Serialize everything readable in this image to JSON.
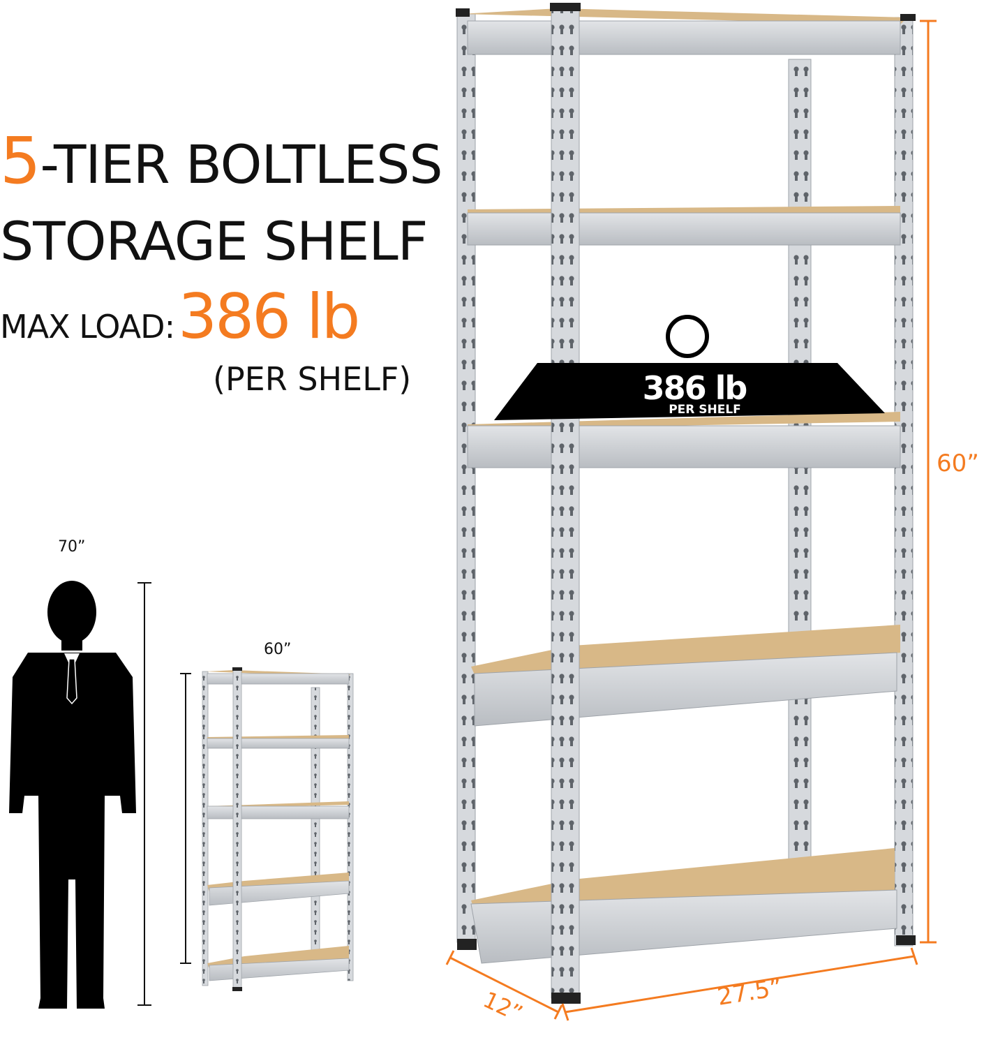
{
  "headline": {
    "tier_number": "5",
    "line1_rest": "-TIER BOLTLESS",
    "line2": "STORAGE SHELF",
    "max_load_label": "MAX LOAD:",
    "max_load_value": "386 lb",
    "per_shelf_note": "(PER SHELF)"
  },
  "weight_badge": {
    "value": "386 lb",
    "caption": "PER SHELF"
  },
  "dimensions": {
    "height": "60”",
    "width": "27.5”",
    "depth": "12”",
    "person_height": "70”",
    "small_shelf_height": "60”"
  },
  "colors": {
    "accent": "#f47b20",
    "text": "#111111",
    "steel": "#c9ccd0",
    "board": "#d8b887",
    "silhouette": "#000000"
  },
  "shelf_tiers": 5
}
